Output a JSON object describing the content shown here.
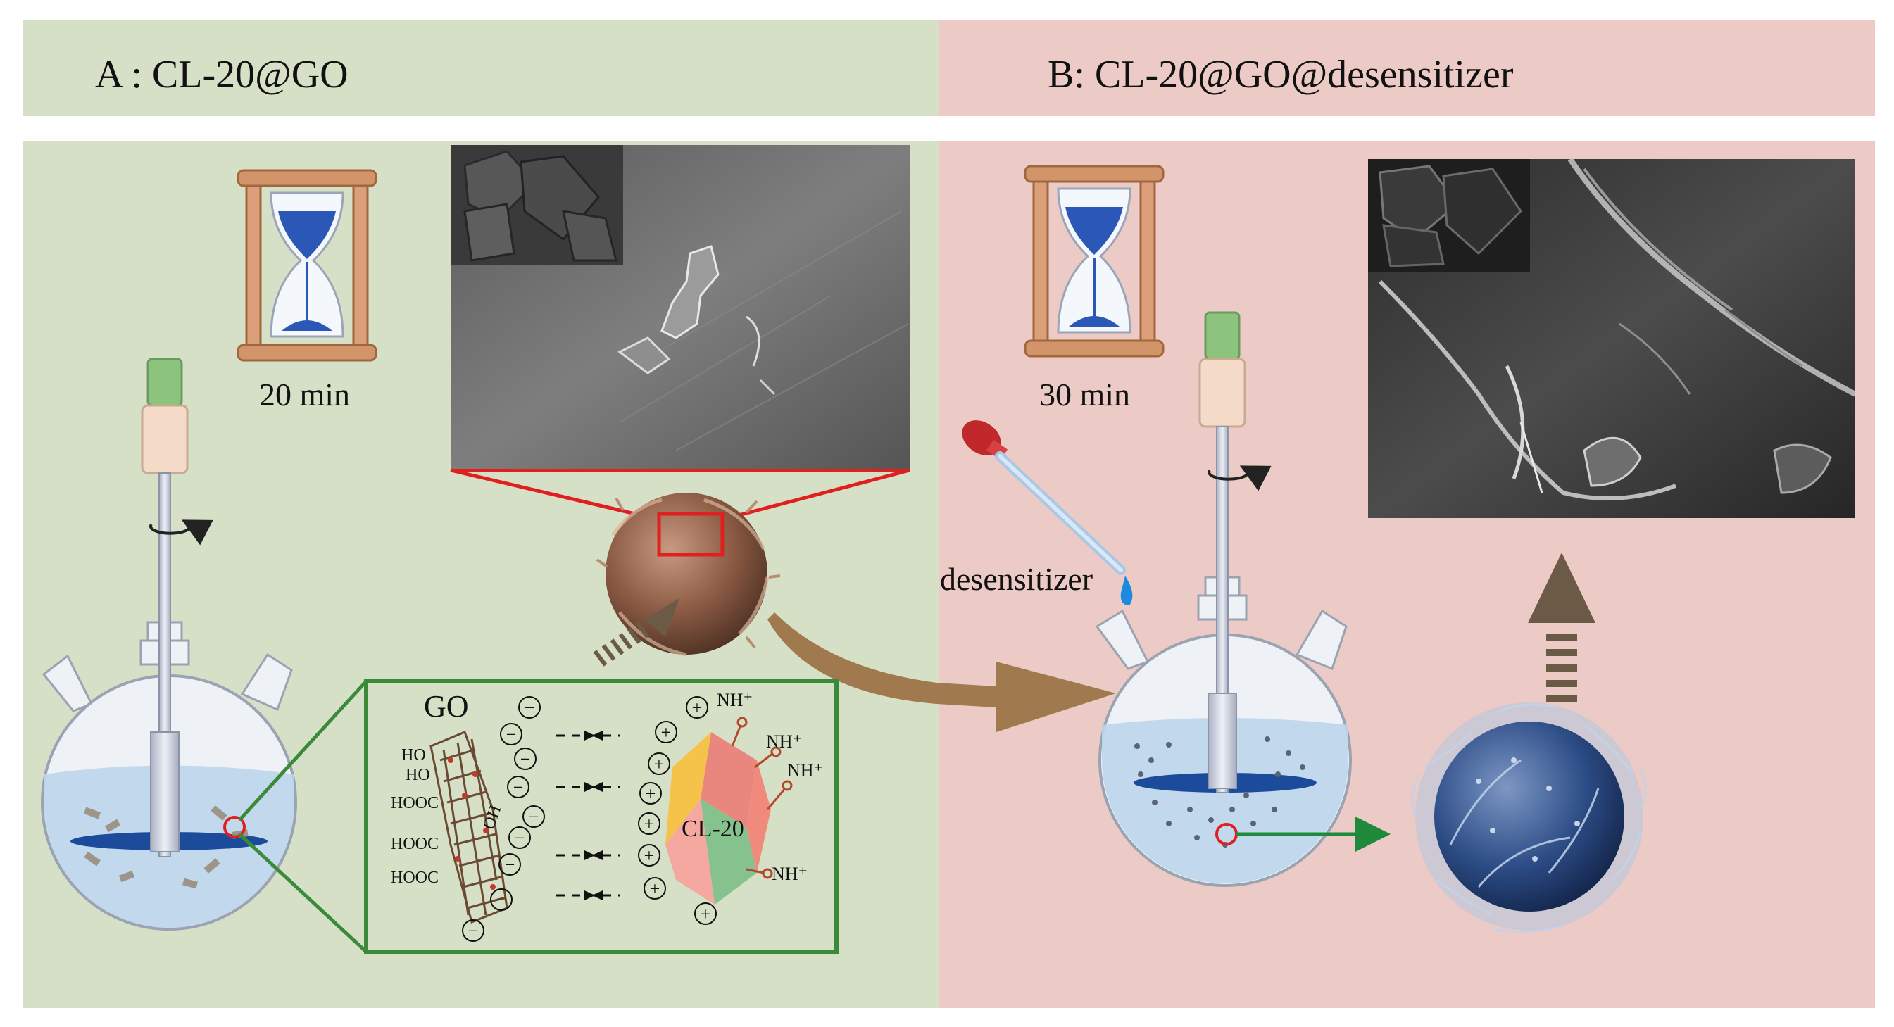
{
  "panels": {
    "a": {
      "title": "A : CL-20@GO",
      "time_label": "20 min"
    },
    "b": {
      "title": "B: CL-20@GO@desensitizer",
      "time_label": "30 min",
      "dropper_label": "desensitizer"
    }
  },
  "mechanism": {
    "go_label": "GO",
    "cl20_label": "CL-20",
    "functional_groups": [
      "HO",
      "HO",
      "HOOC",
      "HOOC",
      "HOOC"
    ],
    "oh_label": "OH",
    "amine_labels": [
      "NH⁺",
      "NH⁺",
      "NH⁺",
      "NH⁺"
    ],
    "negative_symbol": "−",
    "positive_symbol": "+"
  },
  "colors": {
    "panel_a_bg": "#d6e0c7",
    "panel_b_bg": "#eccac5",
    "zoom_frame": "#e0201f",
    "mechanism_frame": "#3a8a3a",
    "process_arrow": "#a07a4e",
    "liquid": "#bcd6ec",
    "stir_blade": "#1b4b9a",
    "sem_gray": "#6f6f6f"
  }
}
